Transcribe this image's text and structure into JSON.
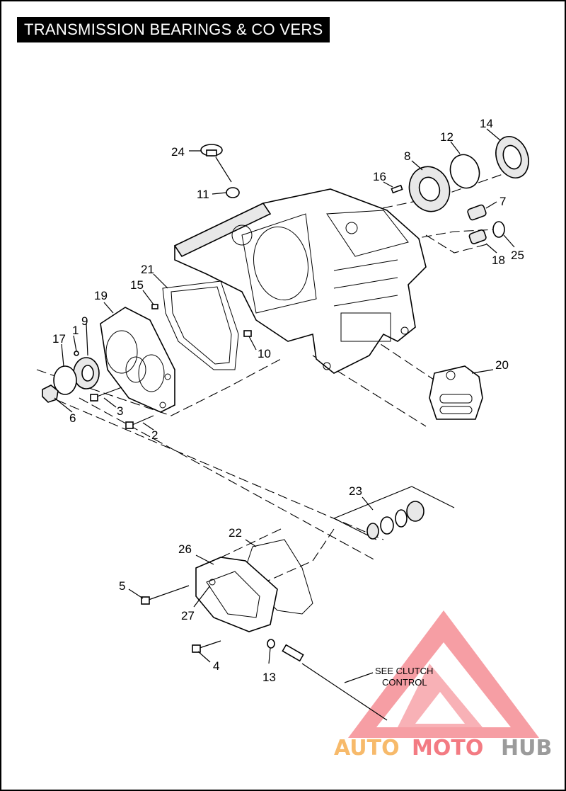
{
  "title": "TRANSMISSION BEARINGS & CO VERS",
  "callouts": [
    {
      "id": "c1",
      "label": "1"
    },
    {
      "id": "c2",
      "label": "2"
    },
    {
      "id": "c3",
      "label": "3"
    },
    {
      "id": "c4",
      "label": "4"
    },
    {
      "id": "c5",
      "label": "5"
    },
    {
      "id": "c6",
      "label": "6"
    },
    {
      "id": "c7",
      "label": "7"
    },
    {
      "id": "c8",
      "label": "8"
    },
    {
      "id": "c9",
      "label": "9"
    },
    {
      "id": "c10",
      "label": "10"
    },
    {
      "id": "c11",
      "label": "11"
    },
    {
      "id": "c12",
      "label": "12"
    },
    {
      "id": "c13",
      "label": "13"
    },
    {
      "id": "c14",
      "label": "14"
    },
    {
      "id": "c15",
      "label": "15"
    },
    {
      "id": "c16",
      "label": "16"
    },
    {
      "id": "c17",
      "label": "17"
    },
    {
      "id": "c18",
      "label": "18"
    },
    {
      "id": "c19",
      "label": "19"
    },
    {
      "id": "c20",
      "label": "20"
    },
    {
      "id": "c21",
      "label": "21"
    },
    {
      "id": "c22",
      "label": "22"
    },
    {
      "id": "c23",
      "label": "23"
    },
    {
      "id": "c24",
      "label": "24"
    },
    {
      "id": "c25",
      "label": "25"
    },
    {
      "id": "c26",
      "label": "26"
    },
    {
      "id": "c27",
      "label": "27"
    }
  ],
  "note": {
    "line1": "SEE CLUTCH",
    "line2": "CONTROL"
  },
  "watermark": {
    "part1": "AUTO",
    "part2": "MOTO",
    "part3": "HUB",
    "color_red": "#f0505a",
    "color_orange": "#f5a43a",
    "color_gray": "#7a7a7a"
  }
}
